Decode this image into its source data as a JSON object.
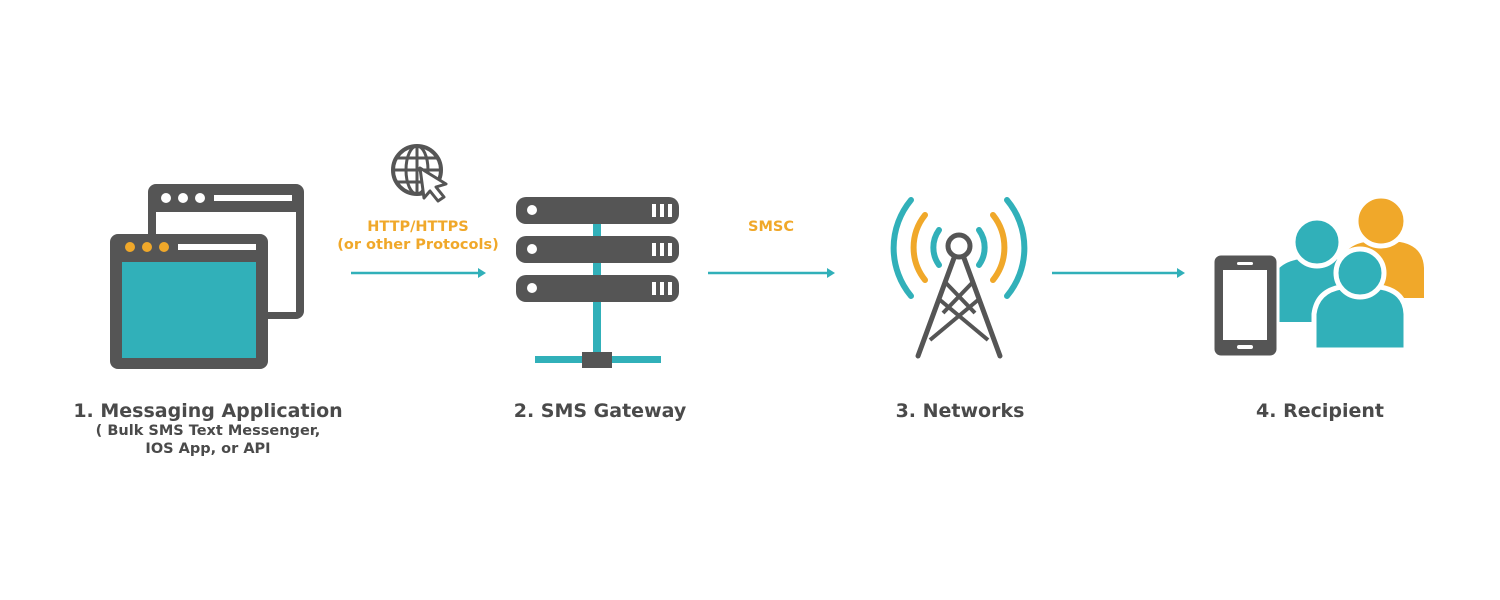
{
  "colors": {
    "teal": "#31b0b9",
    "dark": "#555555",
    "orange": "#f0a82a",
    "text": "#4a4a4a"
  },
  "steps": [
    {
      "icon": "browser-windows-icon",
      "label": "1. Messaging Application",
      "sub_lines": [
        "( Bulk SMS Text Messenger,",
        "IOS App, or API"
      ]
    },
    {
      "icon": "server-rack-icon",
      "label": "2. SMS Gateway",
      "sub_lines": []
    },
    {
      "icon": "cell-tower-icon",
      "label": "3. Networks",
      "sub_lines": []
    },
    {
      "icon": "phone-people-icon",
      "label": "4. Recipient",
      "sub_lines": []
    }
  ],
  "connectors": [
    {
      "icon": "globe-cursor-icon",
      "label_lines": [
        "HTTP/HTTPS",
        "(or other Protocols)"
      ]
    },
    {
      "icon": "",
      "label_lines": [
        "SMSC"
      ]
    },
    {
      "icon": "",
      "label_lines": []
    }
  ]
}
